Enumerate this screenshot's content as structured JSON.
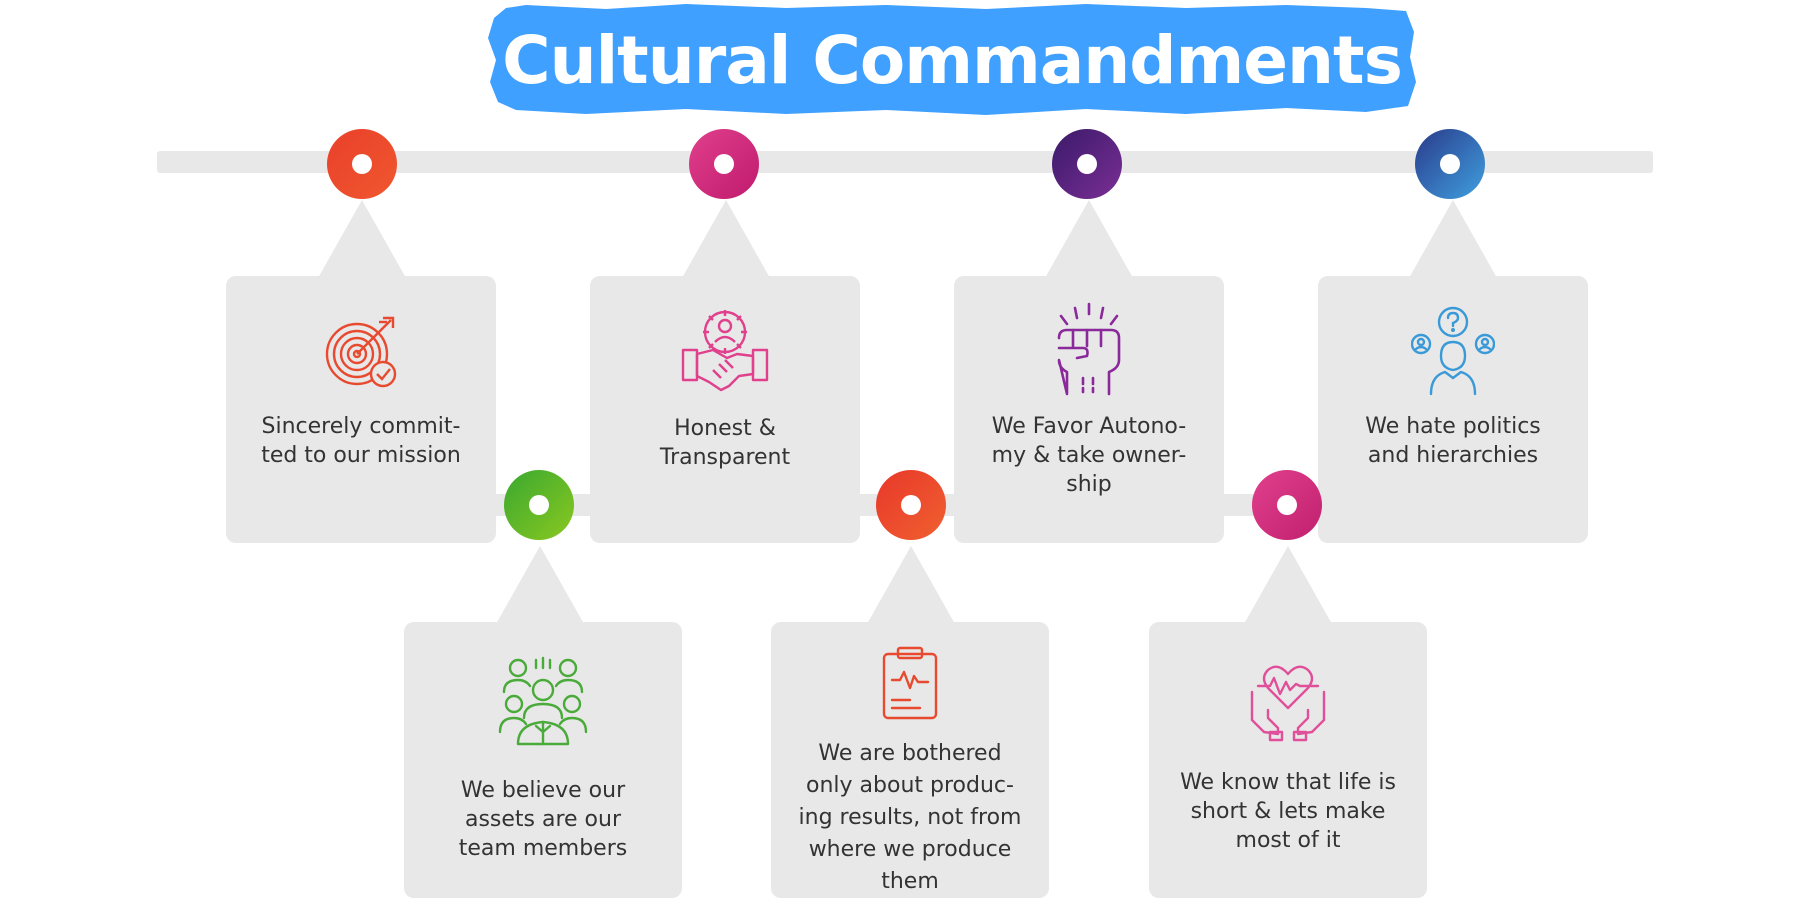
{
  "title": "Cultural Commandments",
  "colors": {
    "title_bg": "#3fa0ff",
    "track": "#e8e8e8",
    "card_bg": "#e8e8e8",
    "text": "#333333"
  },
  "top_row": [
    {
      "text": "Sincerely commit-\nted to our mission",
      "icon": "target-icon",
      "node_color": [
        "#e9402a",
        "#f0572f"
      ],
      "icon_color": "#e84a30"
    },
    {
      "text": "Honest &\nTransparent",
      "icon": "handshake-icon",
      "node_color": [
        "#e0408c",
        "#c01a6e"
      ],
      "icon_color": "#e0408c"
    },
    {
      "text": "We Favor Autono-\nmy & take owner-\nship",
      "icon": "fist-icon",
      "node_color": [
        "#3a1a6a",
        "#7a2e94"
      ],
      "icon_color": "#8a2a9a"
    },
    {
      "text": "We hate politics\nand hierarchies",
      "icon": "person-question-icon",
      "node_color": [
        "#2a3a8a",
        "#3fa0e0"
      ],
      "icon_color": "#3a9ad8"
    }
  ],
  "bottom_row": [
    {
      "text": "We believe our\nassets are our\nteam members",
      "icon": "team-icon",
      "node_color": [
        "#3aa830",
        "#8ac820"
      ],
      "icon_color": "#4aaa3a"
    },
    {
      "text": "We are bothered\nonly about produc-\ning results, not from\nwhere we produce\nthem",
      "icon": "clipboard-icon",
      "node_color": [
        "#e8382a",
        "#f06030"
      ],
      "icon_color": "#e84a30"
    },
    {
      "text": "We know that life is\nshort & lets make\nmost of it",
      "icon": "heart-hands-icon",
      "node_color": [
        "#e0408c",
        "#c0206e"
      ],
      "icon_color": "#e0509a"
    }
  ]
}
